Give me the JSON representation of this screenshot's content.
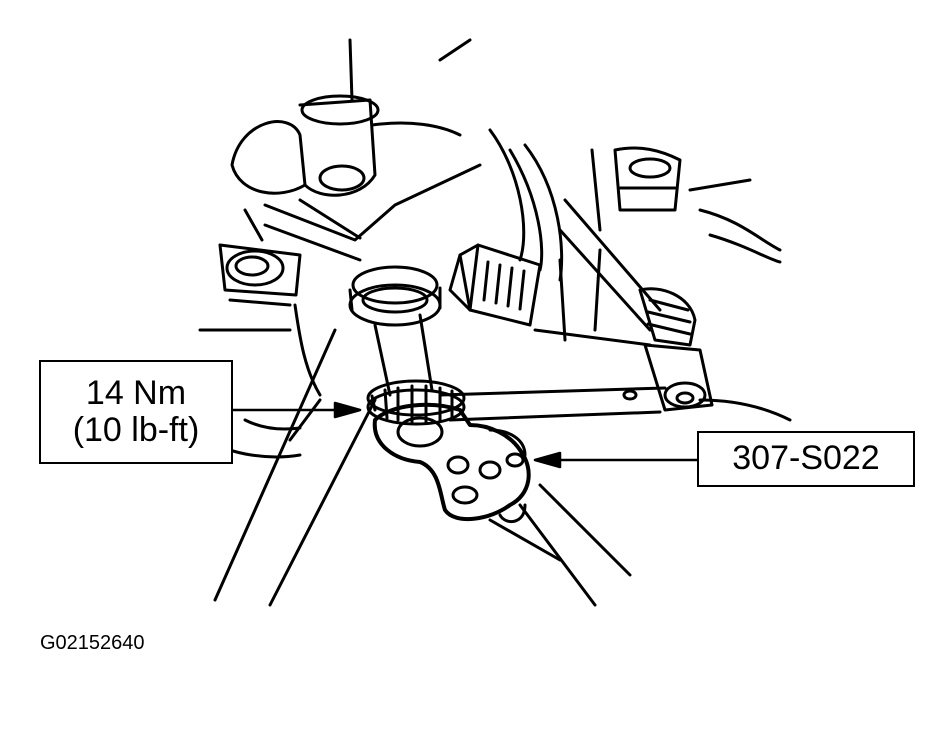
{
  "torque_callout": {
    "line1": "14 Nm",
    "line2": "(10 lb-ft)"
  },
  "part_callout": {
    "label": "307-S022"
  },
  "figure_id": "G02152640",
  "colors": {
    "ink": "#000000",
    "paper": "#ffffff"
  }
}
